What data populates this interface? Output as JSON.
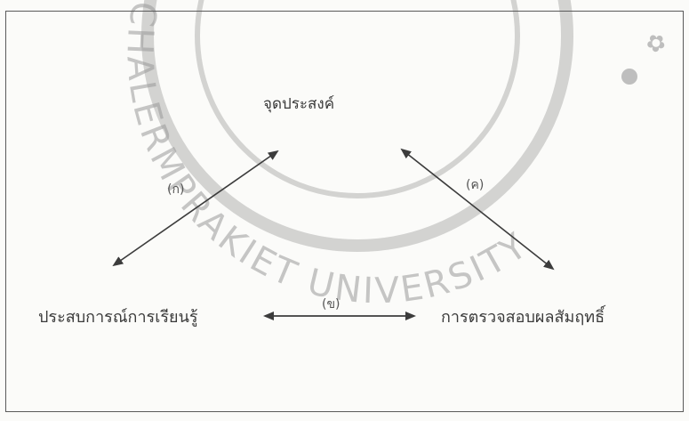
{
  "diagram": {
    "nodes": {
      "goal": "จุดประสงค์",
      "learning_experience": "ประสบการณ์การเรียนรู้",
      "evaluation": "การตรวจสอบผลสัมฤทธิ์"
    },
    "edge_labels": {
      "a": "(ก)",
      "b": "(ข)",
      "c": "(ค)"
    }
  },
  "watermark": {
    "text": "CHALERMPRAKIET UNIVERSITY",
    "color": "#9a9a9a"
  },
  "colors": {
    "line": "#3c3c3c",
    "text": "#3a3a3a",
    "background": "#fbfbf9"
  }
}
